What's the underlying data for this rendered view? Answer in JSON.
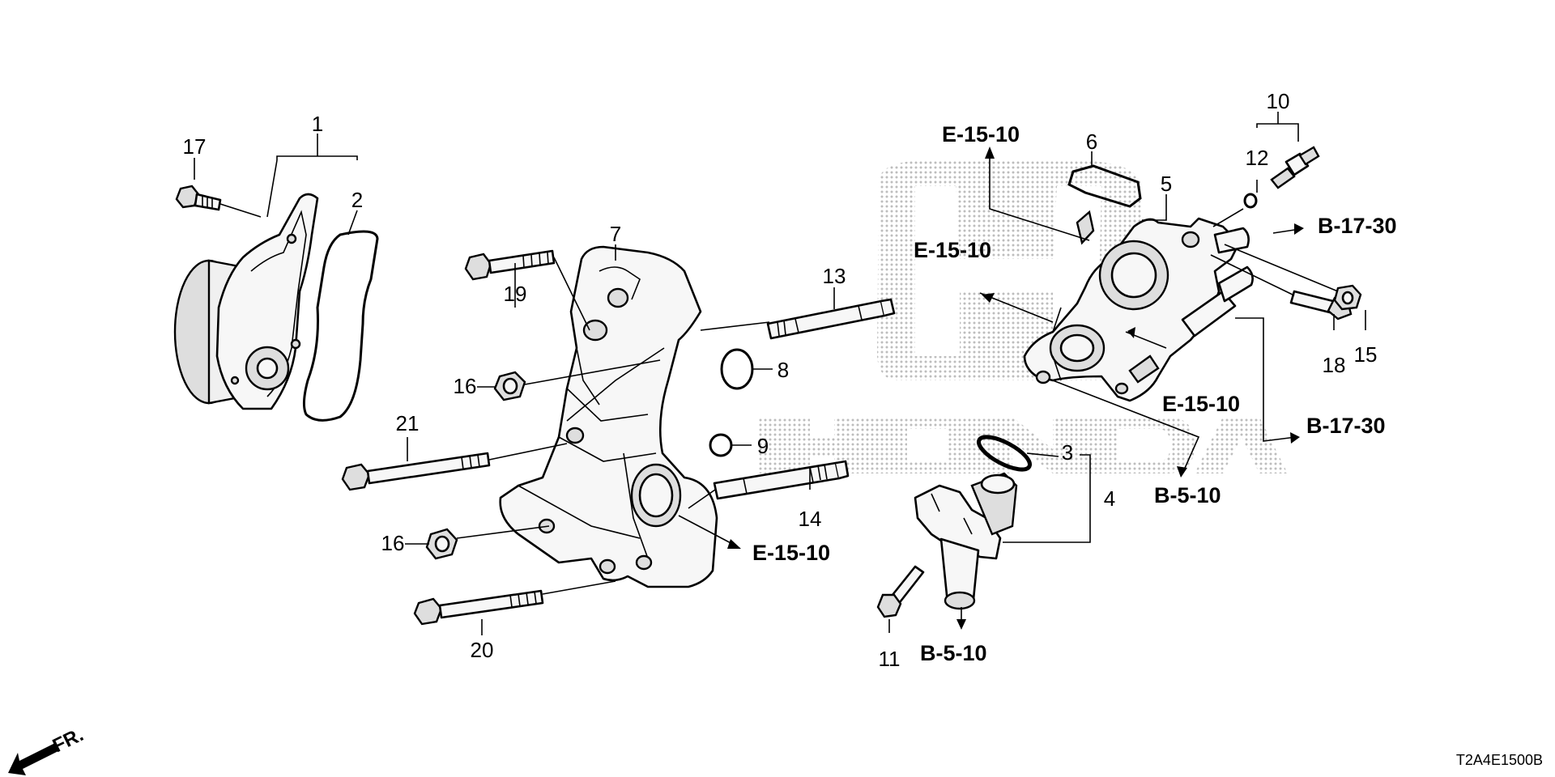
{
  "callouts": {
    "c1": "1",
    "c2": "2",
    "c3": "3",
    "c4": "4",
    "c5": "5",
    "c6": "6",
    "c7": "7",
    "c8": "8",
    "c9": "9",
    "c10": "10",
    "c11": "11",
    "c12": "12",
    "c13": "13",
    "c14": "14",
    "c15": "15",
    "c16a": "16",
    "c16b": "16",
    "c17": "17",
    "c18": "18",
    "c19": "19",
    "c20": "20",
    "c21": "21"
  },
  "references": {
    "e1": "E-15-10",
    "e2": "E-15-10",
    "e3": "E-15-10",
    "e4": "E-15-10",
    "b17a": "B-17-30",
    "b17b": "B-17-30",
    "b5a": "B-5-10",
    "b5b": "B-5-10"
  },
  "front_label": "FR.",
  "diagram_code": "T2A4E1500B",
  "watermark": "HONDA",
  "colors": {
    "ink": "#000000",
    "watermark": "#c8c8c8",
    "background": "#ffffff"
  }
}
